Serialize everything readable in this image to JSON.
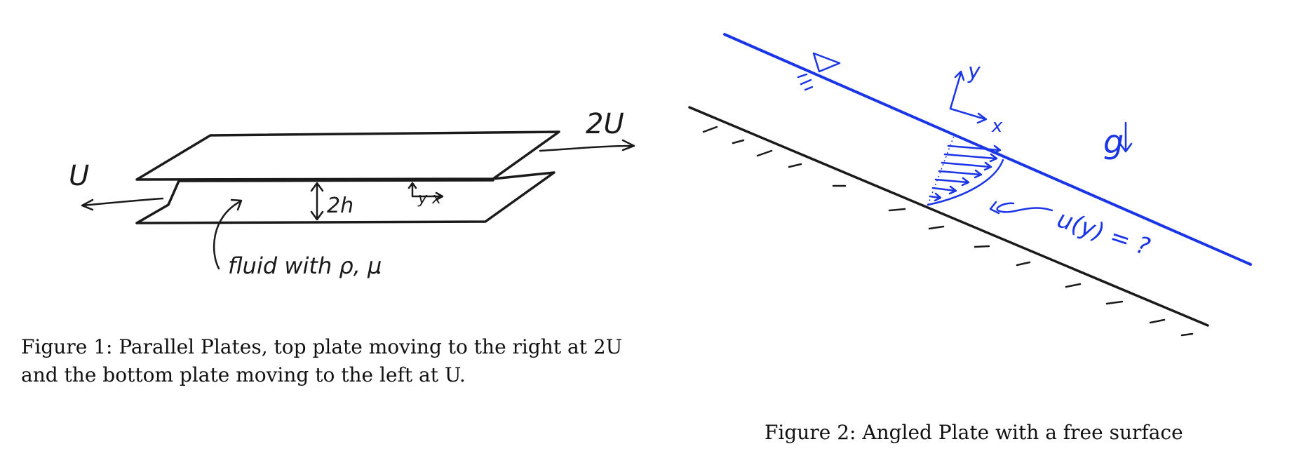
{
  "figure1": {
    "labels": {
      "top_velocity": "2U",
      "bottom_velocity": "U",
      "gap": "2h",
      "axes": "y x",
      "fluid": "fluid with ρ, μ"
    },
    "caption_line1": "Figure 1: Parallel Plates, top plate moving to the right at 2U",
    "caption_line2": "and the bottom plate moving to the left at U."
  },
  "figure2": {
    "labels": {
      "y_axis": "y",
      "x_axis": "x",
      "gravity": "g",
      "profile": "u(y) = ?"
    },
    "caption": "Figure 2: Angled Plate with a free surface"
  }
}
